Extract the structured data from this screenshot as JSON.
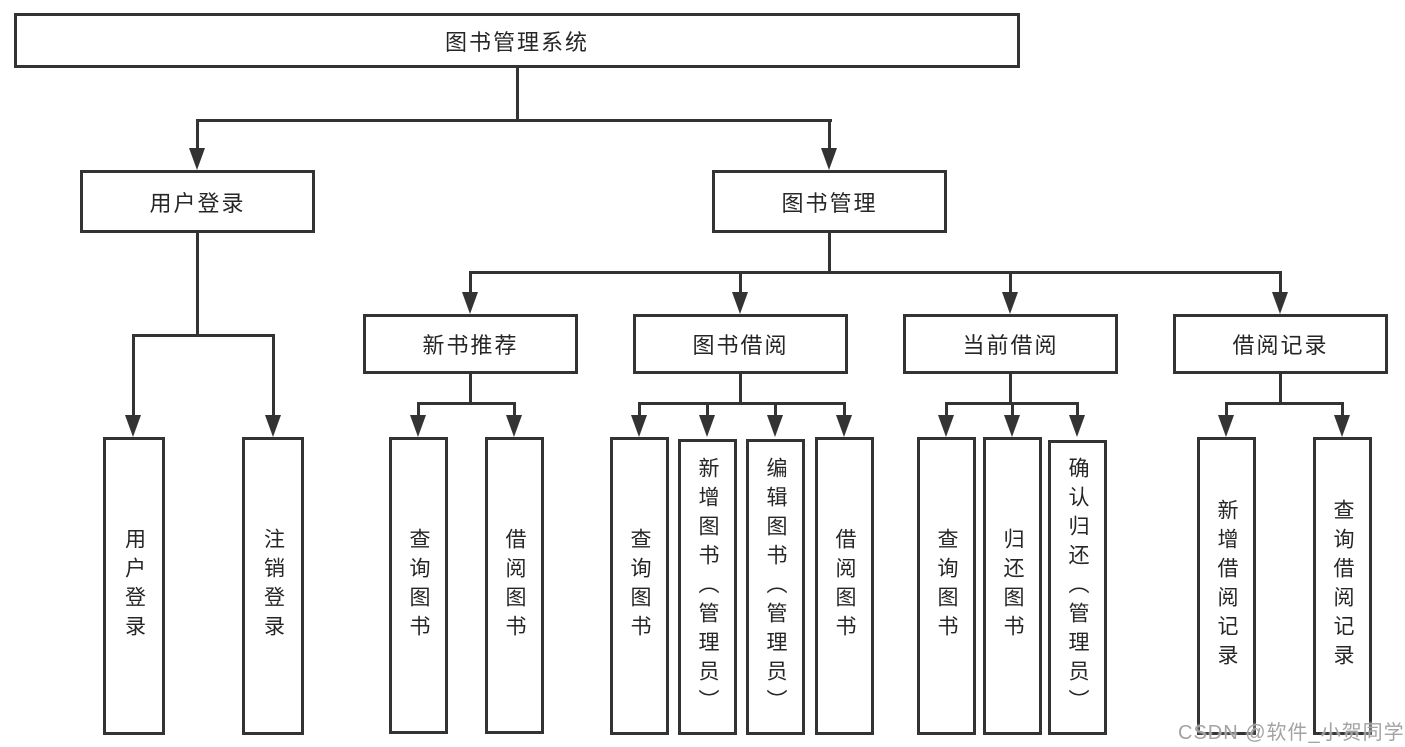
{
  "diagram": {
    "root_label": "图书管理系统",
    "user_login": {
      "label": "用户登录",
      "children": [
        "用户登录",
        "注销登录"
      ]
    },
    "book_mgmt": {
      "label": "图书管理"
    },
    "groups": [
      {
        "label": "新书推荐",
        "children": [
          "查询图书",
          "借阅图书"
        ]
      },
      {
        "label": "图书借阅",
        "children": [
          "查询图书",
          "新增图书（管理员）",
          "编辑图书（管理员）",
          "借阅图书"
        ]
      },
      {
        "label": "当前借阅",
        "children": [
          "查询图书",
          "归还图书",
          "确认归还（管理员）"
        ]
      },
      {
        "label": "借阅记录",
        "children": [
          "新增借阅记录",
          "查询借阅记录"
        ]
      }
    ]
  },
  "watermark": {
    "text": "CSDN @软件_小贺同学"
  },
  "colors": {
    "line": "#333333",
    "text": "#262626",
    "watermark": "#a3a3a3",
    "background": "#ffffff"
  }
}
